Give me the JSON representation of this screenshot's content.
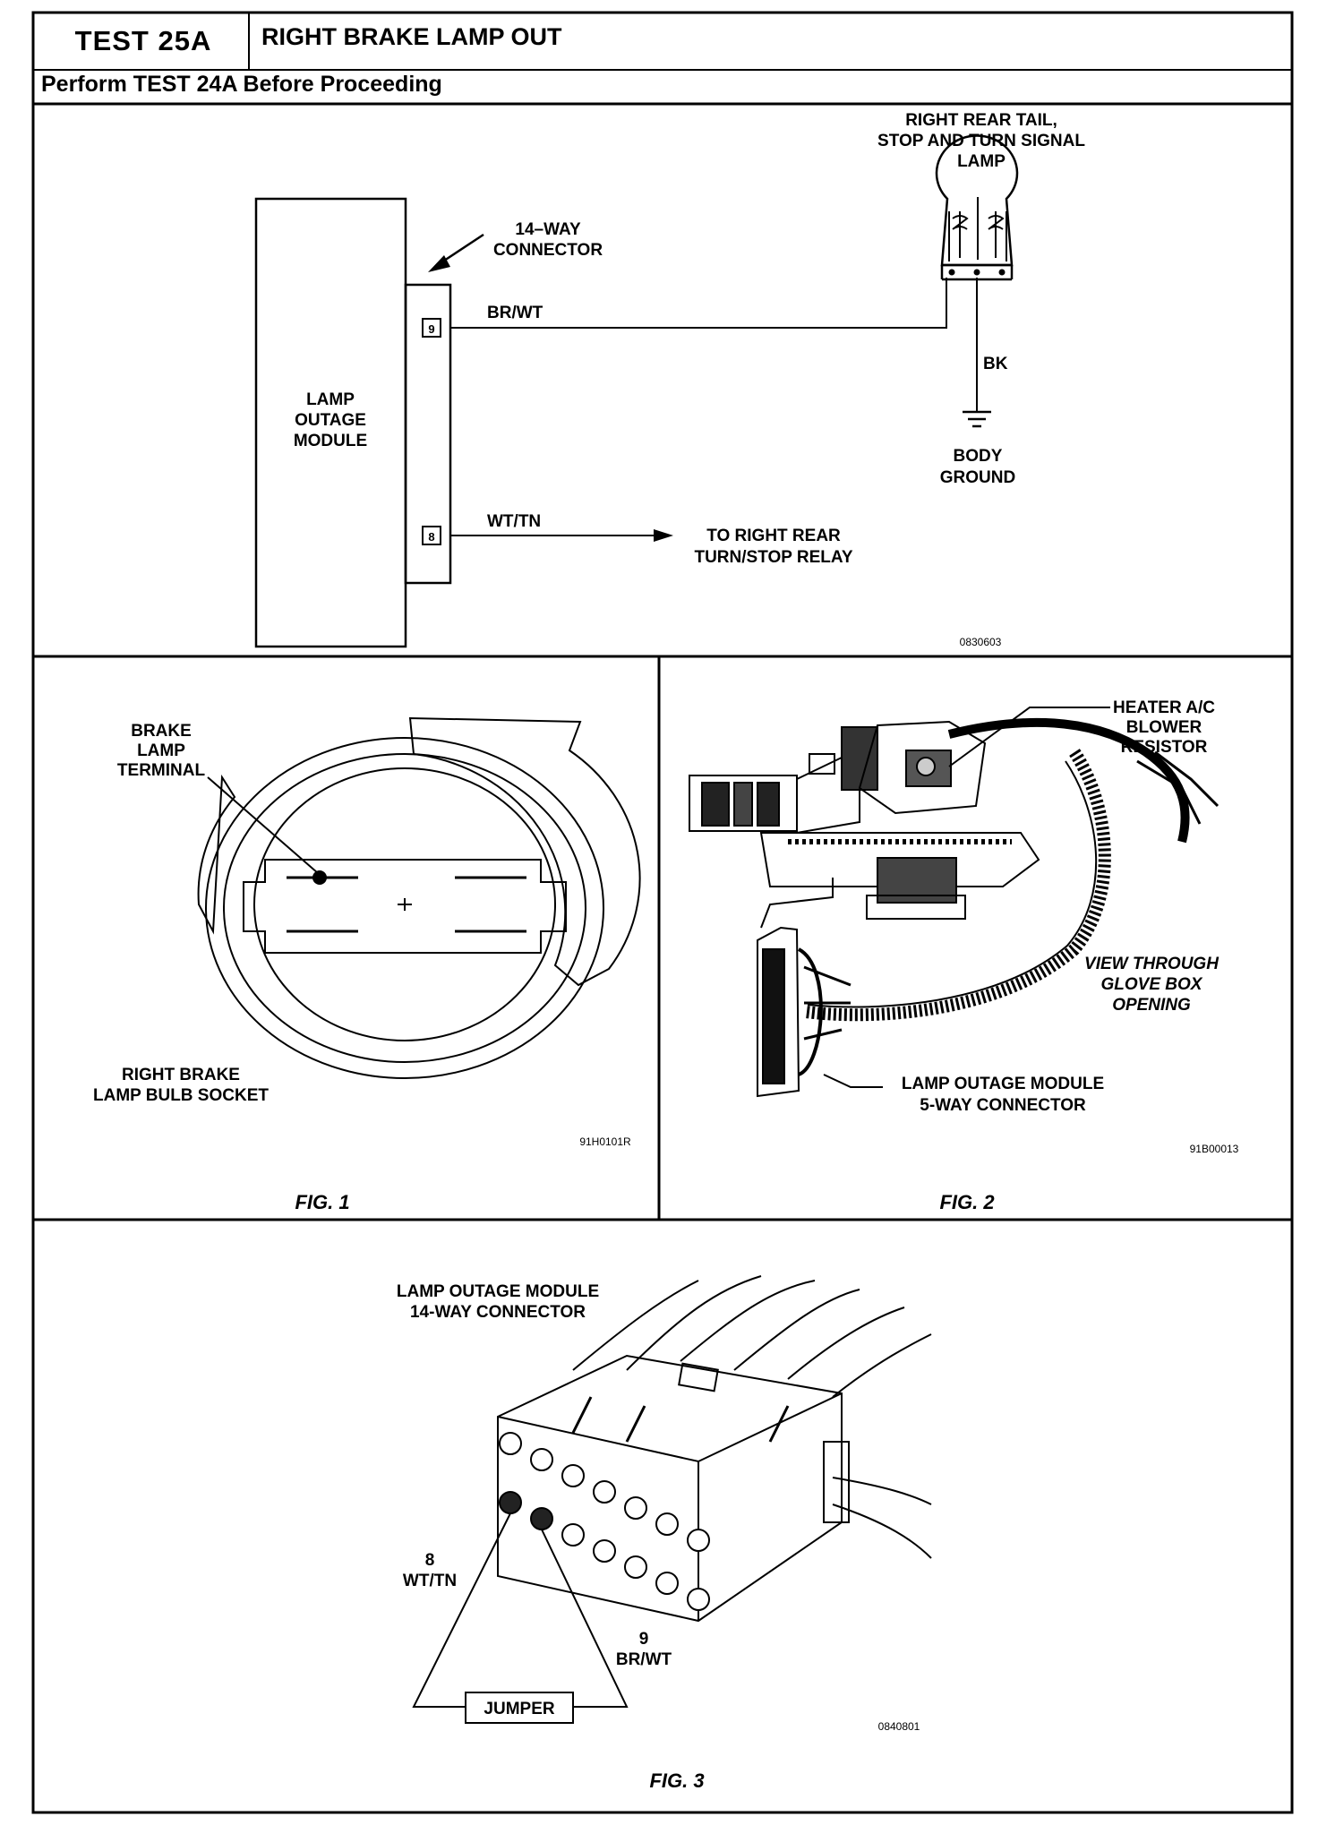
{
  "header": {
    "test_id": "TEST 25A",
    "title": "RIGHT BRAKE LAMP OUT",
    "note": "Perform TEST 24A Before Proceeding"
  },
  "schematic": {
    "module_label": [
      "LAMP",
      "OUTAGE",
      "MODULE"
    ],
    "connector_label": [
      "14–WAY",
      "CONNECTOR"
    ],
    "pin_9": "9",
    "pin_8": "8",
    "wire_br_wt": "BR/WT",
    "wire_wt_tn": "WT/TN",
    "wire_bk": "BK",
    "lamp_label": [
      "RIGHT  REAR  TAIL,",
      "STOP  AND  TURN  SIGNAL",
      "LAMP"
    ],
    "ground_label": [
      "BODY",
      "GROUND"
    ],
    "relay_label": [
      "TO  RIGHT  REAR",
      "TURN/STOP  RELAY"
    ],
    "code": "0830603"
  },
  "fig1": {
    "terminal_label": [
      "BRAKE",
      "LAMP",
      "TERMINAL"
    ],
    "socket_label": [
      "RIGHT BRAKE",
      "LAMP BULB SOCKET"
    ],
    "code": "91H0101R",
    "caption": "FIG. 1"
  },
  "fig2": {
    "resistor_label": [
      "HEATER A/C",
      "BLOWER",
      "RESISTOR"
    ],
    "view_label": [
      "VIEW THROUGH",
      "GLOVE BOX",
      "OPENING"
    ],
    "connector_label": [
      "LAMP OUTAGE MODULE",
      "5-WAY CONNECTOR"
    ],
    "code": "91B00013",
    "caption": "FIG. 2"
  },
  "fig3": {
    "title": [
      "LAMP OUTAGE MODULE",
      "14-WAY CONNECTOR"
    ],
    "pin8_label": [
      "8",
      "WT/TN"
    ],
    "pin9_label": [
      "9",
      "BR/WT"
    ],
    "jumper_label": "JUMPER",
    "code": "0840801",
    "caption": "FIG. 3"
  }
}
